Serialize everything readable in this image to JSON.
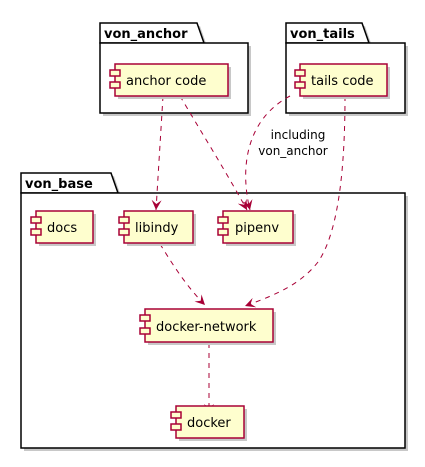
{
  "packages": {
    "von_anchor": {
      "name": "von_anchor"
    },
    "von_tails": {
      "name": "von_tails"
    },
    "von_base": {
      "name": "von_base"
    }
  },
  "components": {
    "anchor_code": "anchor code",
    "tails_code": "tails code",
    "docs": "docs",
    "libindy": "libindy",
    "pipenv": "pipenv",
    "docker_network": "docker-network",
    "docker": "docker"
  },
  "edges": [
    {
      "from": "anchor code",
      "to": "libindy",
      "label": ""
    },
    {
      "from": "anchor code",
      "to": "pipenv",
      "label": ""
    },
    {
      "from": "tails code",
      "to": "pipenv",
      "label": "including von_anchor"
    },
    {
      "from": "tails code",
      "to": "docker-network",
      "label": ""
    },
    {
      "from": "libindy",
      "to": "docker-network",
      "label": ""
    },
    {
      "from": "docker-network",
      "to": "docker",
      "label": ""
    }
  ],
  "edge_label": {
    "line1": "including",
    "line2": "von_anchor"
  },
  "colors": {
    "component_fill": "#FEFECE",
    "component_border": "#A80036",
    "arrow": "#A80036",
    "package_border": "#000000",
    "shadow": "#C8C8C8"
  }
}
